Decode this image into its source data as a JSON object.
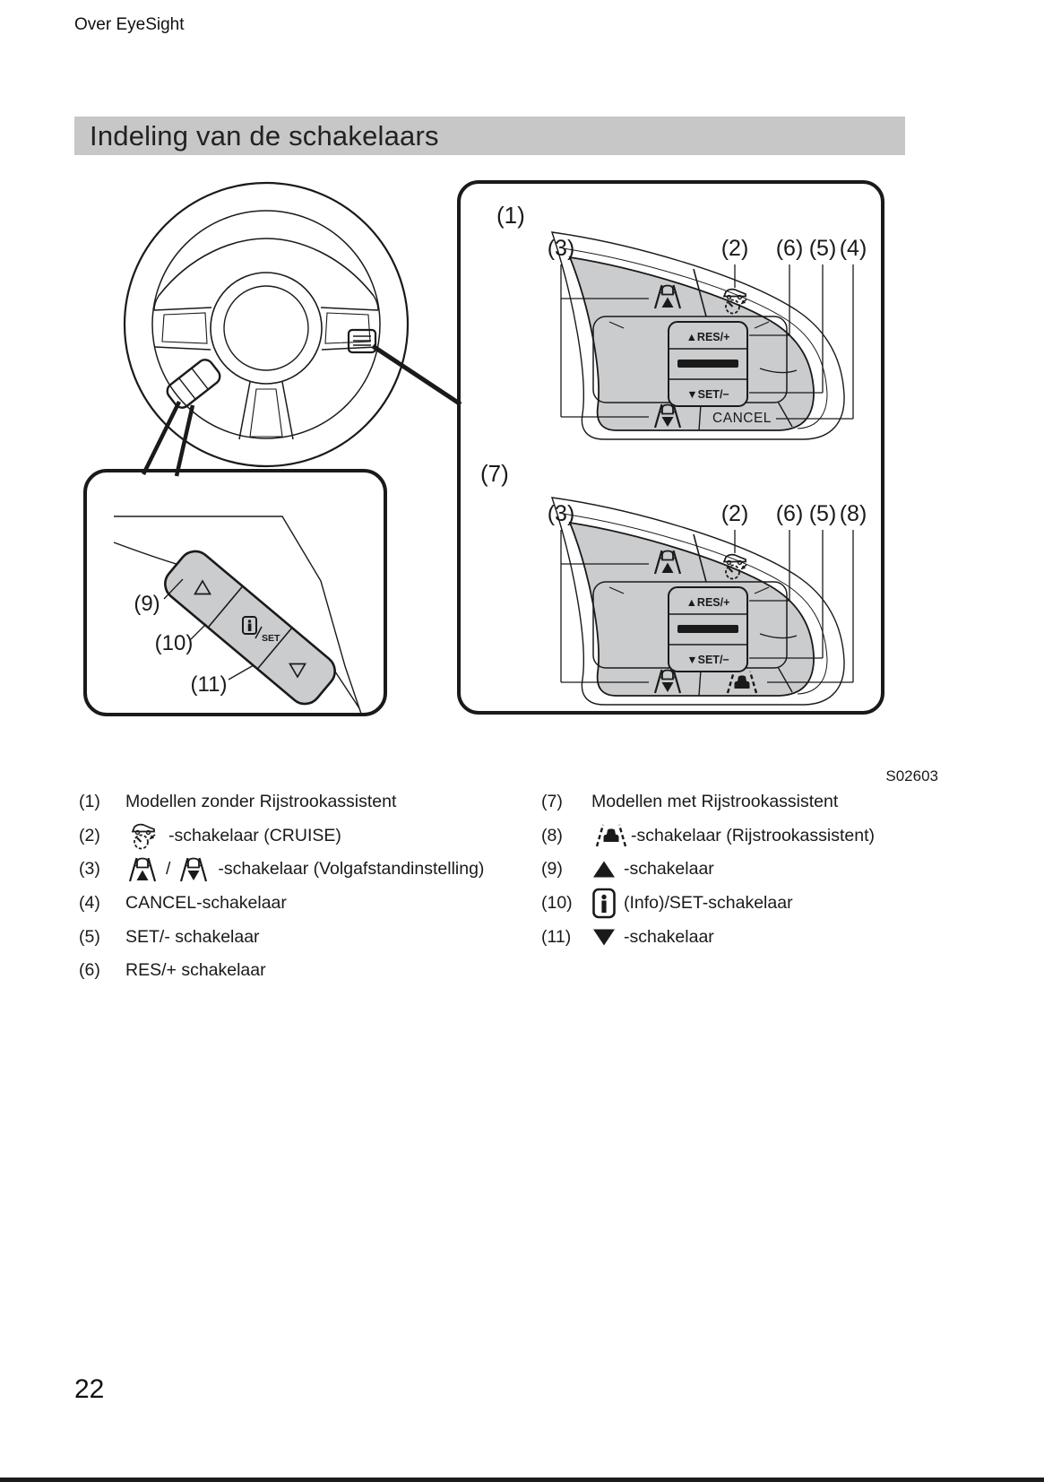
{
  "page": {
    "header": "Over EyeSight",
    "title": "Indeling van de schakelaars",
    "page_number": "22"
  },
  "figure": {
    "code": "S02603",
    "panel_top": {
      "label": "(1)",
      "callout_3": "(3)",
      "callout_2": "(2)",
      "callout_6": "(6)",
      "callout_5": "(5)",
      "callout_4": "(4)",
      "btn_res": "▲RES/+",
      "btn_set": "▼SET/−",
      "btn_cancel": "CANCEL"
    },
    "panel_bottom": {
      "label": "(7)",
      "callout_3": "(3)",
      "callout_2": "(2)",
      "callout_6": "(6)",
      "callout_5": "(5)",
      "callout_8": "(8)",
      "btn_res": "▲RES/+",
      "btn_set": "▼SET/−"
    },
    "stalk_inset": {
      "callout_9": "(9)",
      "callout_10": "(10)",
      "callout_11": "(11)",
      "set_label": "SET"
    }
  },
  "legend": {
    "left": [
      {
        "num": "(1)",
        "text": "Modellen zonder Rijstrookassistent"
      },
      {
        "num": "(2)",
        "text": "-schakelaar (CRUISE)"
      },
      {
        "num": "(3)",
        "sep": "/",
        "text": "-schakelaar (Volgafstandinstelling)"
      },
      {
        "num": "(4)",
        "text": "CANCEL-schakelaar"
      },
      {
        "num": "(5)",
        "text": "SET/- schakelaar"
      },
      {
        "num": "(6)",
        "text": "RES/+ schakelaar"
      }
    ],
    "right": [
      {
        "num": "(7)",
        "text": "Modellen met Rijstrookassistent"
      },
      {
        "num": "(8)",
        "text": "-schakelaar (Rijstrookassistent)"
      },
      {
        "num": "(9)",
        "text": "-schakelaar"
      },
      {
        "num": "(10)",
        "text": "(Info)/SET-schakelaar"
      },
      {
        "num": "(11)",
        "text": "-schakelaar"
      }
    ]
  }
}
